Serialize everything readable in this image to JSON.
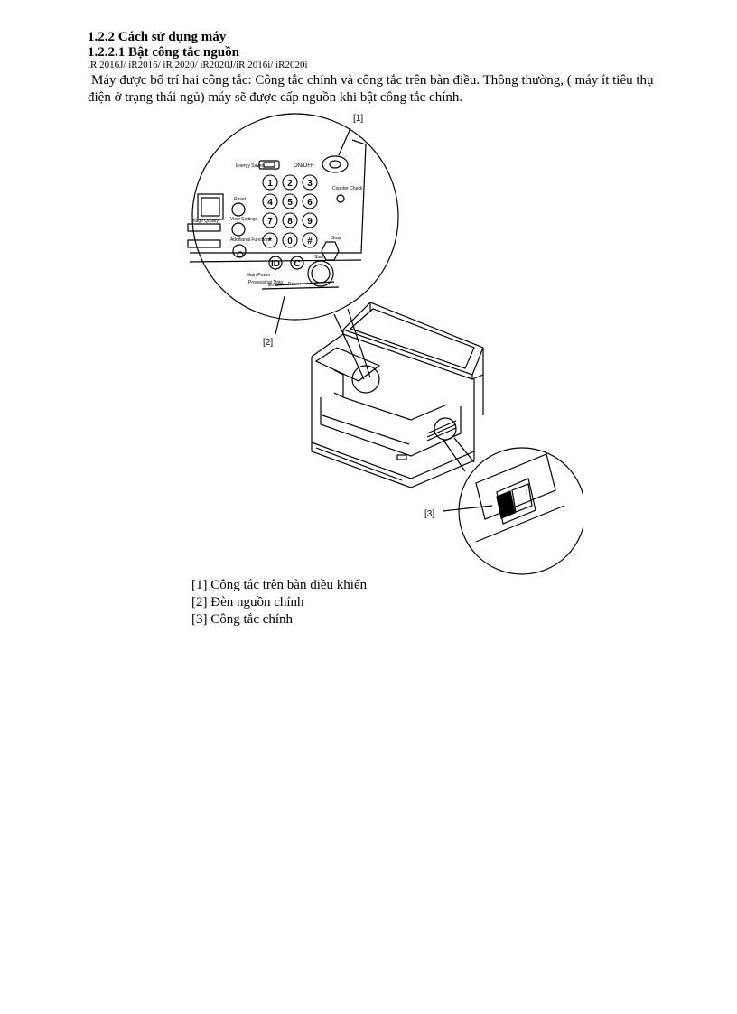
{
  "section": {
    "heading": "1.2.2 Cách sử dụng máy",
    "subheading": "1.2.2.1 Bật công tắc nguồn",
    "models": "iR 2016J/ iR2016/ iR 2020/ iR2020J/iR 2016i/ iR2020i",
    "paragraph": " Máy được bố trí hai công tắc: Công tắc chính và công tắc trên bàn điều. Thông thường, ( máy ít tiêu thụ điện ở trạng thái ngủ) máy sẽ được cấp nguồn khi bật công tắc chính."
  },
  "figure": {
    "callouts": [
      "[1]",
      "[2]",
      "[3]"
    ],
    "panel_labels": {
      "energy_saver": "Energy Saver",
      "on_off": "ON/OFF",
      "counter_check": "Counter Check",
      "reset": "Reset",
      "view_settings": "View Settings",
      "additional_functions": "Additional Functions",
      "image_quality": "Image Quality",
      "start": "Start",
      "stop": "Stop",
      "error": "Error",
      "power": "Power",
      "main_power": "Main Power",
      "processing_data": "Processing/ Data",
      "id_key": "ID",
      "clear_key": "C",
      "switch_on_mark": "I"
    },
    "keys": [
      "1",
      "2",
      "3",
      "4",
      "5",
      "6",
      "7",
      "8",
      "9",
      "*",
      "0",
      "#"
    ]
  },
  "captions": [
    "[1] Công tắc trên bàn điều khiển",
    "[2] Đèn nguồn chính",
    "[3] Công tắc chính"
  ]
}
